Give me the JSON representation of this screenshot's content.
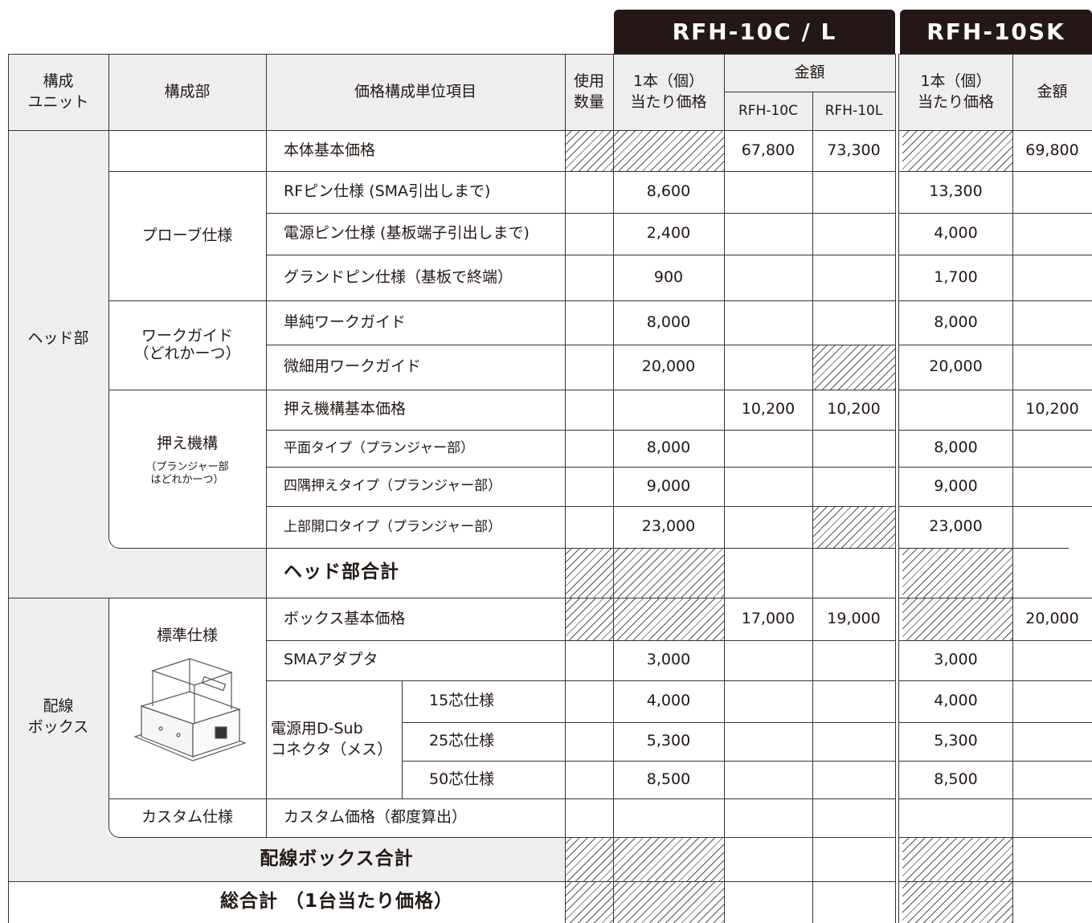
{
  "models": {
    "a": "RFH-10C / L",
    "b": "RFH-10SK"
  },
  "header": {
    "unit": "構成\nユニット",
    "part": "構成部",
    "item": "価格構成単位項目",
    "qty": "使用\n数量",
    "unit_price": "1本（個）\n当たり価格",
    "amount": "金額",
    "c": "RFH-10C",
    "l": "RFH-10L",
    "sk_unit_price": "1本（個）\n当たり価格",
    "sk_amount": "金額"
  },
  "groups": {
    "head": "ヘッド部",
    "probe": "プローブ仕様",
    "guide": "ワークガイド\n（どれかーつ）",
    "press": "押え機構",
    "press_note": "（プランジャー部\nはどれかーつ）",
    "box": "配線\nボックス",
    "std": "標準仕様",
    "custom": "カスタム仕様",
    "dsub": "電源用D-Sub\nコネクタ（メス）"
  },
  "rows": {
    "base": {
      "label": "本体基本価格",
      "c": "67,800",
      "l": "73,300",
      "sk": "69,800"
    },
    "rf": {
      "label": "RFピン仕様 (SMA引出しまで)",
      "price": "8,600",
      "sk": "13,300"
    },
    "power": {
      "label": "電源ピン仕様 (基板端子引出しまで)",
      "price": "2,400",
      "sk": "4,000"
    },
    "ground": {
      "label": "グランドピン仕様（基板で終端）",
      "price": "900",
      "sk": "1,700"
    },
    "guide1": {
      "label": "単純ワークガイド",
      "price": "8,000",
      "sk": "8,000"
    },
    "guide2": {
      "label": "微細用ワークガイド",
      "price": "20,000",
      "sk": "20,000"
    },
    "pbase": {
      "label": "押え機構基本価格",
      "c": "10,200",
      "l": "10,200",
      "sk": "10,200"
    },
    "flat": {
      "label": "平面タイプ（プランジャー部）",
      "price": "8,000",
      "sk": "8,000"
    },
    "corner": {
      "label": "四隅押えタイプ（プランジャー部）",
      "price": "9,000",
      "sk": "9,000"
    },
    "top": {
      "label": "上部開口タイプ（プランジャー部）",
      "price": "23,000",
      "sk": "23,000"
    },
    "headtotal": {
      "label": "ヘッド部合計"
    },
    "boxbase": {
      "label": "ボックス基本価格",
      "c": "17,000",
      "l": "19,000",
      "sk": "20,000"
    },
    "sma": {
      "label": "SMAアダプタ",
      "price": "3,000",
      "sk": "3,000"
    },
    "p15": {
      "label": "15芯仕様",
      "price": "4,000",
      "sk": "4,000"
    },
    "p25": {
      "label": "25芯仕様",
      "price": "5,300",
      "sk": "5,300"
    },
    "p50": {
      "label": "50芯仕様",
      "price": "8,500",
      "sk": "8,500"
    },
    "custom": {
      "label": "カスタム価格（都度算出）"
    },
    "boxtotal": {
      "label": "配線ボックス合計"
    },
    "grand": {
      "label": "総合計 （1台当たり価格）"
    }
  }
}
